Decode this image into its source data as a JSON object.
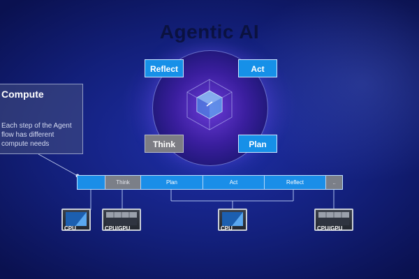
{
  "title": "Agentic AI",
  "cycle": {
    "reflect": "Reflect",
    "act": "Act",
    "think": "Think",
    "plan": "Plan"
  },
  "callout": {
    "title": "Compute",
    "body": "Each step of the Agent flow has different compute needs"
  },
  "timeline": {
    "segments": [
      "Think",
      "Plan",
      "Act",
      "Reflect",
      ".."
    ]
  },
  "hardware": [
    "CPU",
    "CPU/GPU",
    "CPU",
    "CPU/GPU"
  ],
  "colors": {
    "accent": "#1690e8",
    "gray": "#7d7d84",
    "background": "#13207c"
  }
}
